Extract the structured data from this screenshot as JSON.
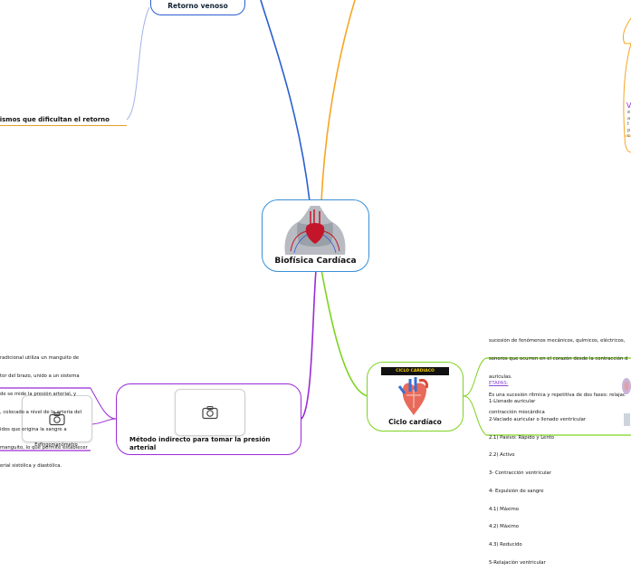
{
  "central": {
    "title": "Biofísica Cardíaca",
    "image": "human-chest-heart-illustration"
  },
  "retorno": {
    "title": "Retorno venoso"
  },
  "mecanismos": {
    "title": "anismos que dificultan el retorno"
  },
  "metodo": {
    "title": "Método indirecto para tomar la presión arterial",
    "text_lines": [
      "radicional utiliza un manguito de",
      "tor del brazo, unido a un sistema",
      "de se mide la presión arterial, y",
      ", colocado a nivel de la arteria del",
      "idos que origina la sangre a",
      "manguito, lo que permite establecer",
      "erial sistólica y diastólica."
    ],
    "esfigmo_label": "Esfingomanómetro"
  },
  "ciclo": {
    "title": "Ciclo cardíaco",
    "banner": "CICLO CARDIACO",
    "definition_lines": [
      "sucesión de fenómenos mecánicos, químicos, eléctricos, ",
      "sonoros que ocurren en el corazón desde la contracción d",
      "aurículas.",
      "Es una sucesión rítmica y repetitiva de dos fases: relajac",
      "contracción miocárdica"
    ],
    "etapas_label": "ETAPAS:",
    "etapas": [
      "1-Llenado auricular",
      "2-Vaciado auricular o llenado ventricular",
      "2.1) Pasivo: Rápido y Lento",
      "2.2) Activo",
      "3- Contracción ventricular",
      "4- Expulsión de sangre",
      "4.1) Máximo",
      "4.2) Máximo",
      "4.3) Reducido",
      "5-Relajación ventricular"
    ]
  },
  "right_fragment": {
    "letter": "V",
    "lines": [
      "e",
      "a",
      "t",
      "p",
      "c"
    ]
  },
  "colors": {
    "central": "#3a8fd6",
    "retorno": "#2a5fcf",
    "mecanismos": "#e8a030",
    "ciclo": "#7ed321",
    "metodo": "#9b2bd6",
    "orange_branch": "#f5a623"
  }
}
